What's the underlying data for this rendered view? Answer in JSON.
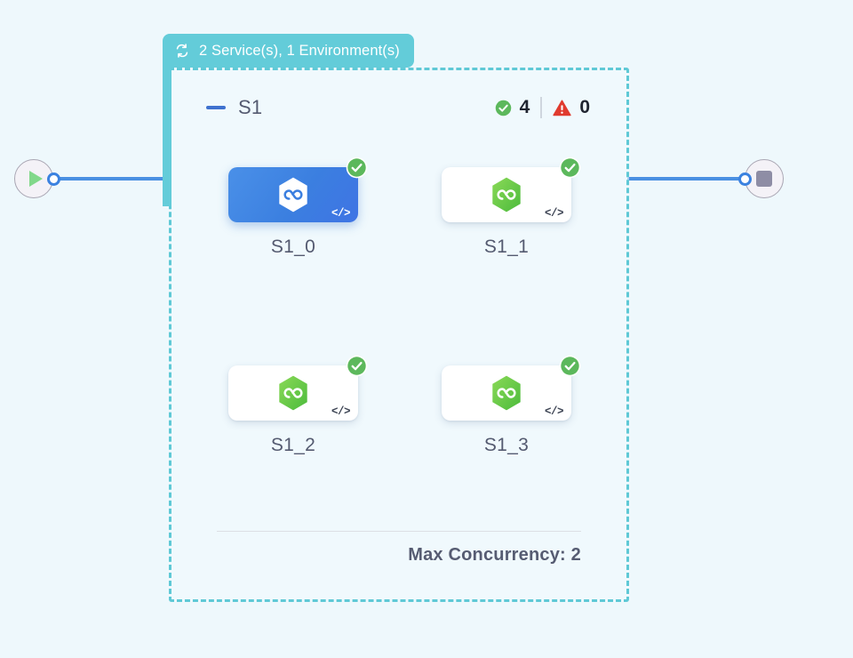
{
  "canvas": {
    "background_color": "#eef8fc"
  },
  "start_node": {
    "name": "start-node",
    "icon": "play-icon",
    "icon_color": "#81d88a"
  },
  "end_node": {
    "name": "end-node",
    "icon": "stop-icon",
    "icon_color": "#8e8da5"
  },
  "group": {
    "header_label": "2 Service(s), 1 Environment(s)",
    "header_icon": "loop-icon",
    "header_color": "#63ccd9",
    "border_color": "#5fc9d6",
    "name": "S1",
    "collapse_toggle": "minus-icon",
    "status": {
      "success_icon": "check-circle-icon",
      "success_count": "4",
      "success_color": "#5cb85c",
      "error_icon": "warning-triangle-icon",
      "error_count": "0",
      "error_color": "#e03b2f"
    },
    "footer": {
      "max_concurrency_label": "Max Concurrency: 2"
    }
  },
  "nodes": [
    {
      "label": "S1_0",
      "selected": true,
      "icon": "hexagon-infinity-icon",
      "icon_color": "#ffffff",
      "card_color": "#3b7fe0",
      "code_badge": "</>",
      "status": "success"
    },
    {
      "label": "S1_1",
      "selected": false,
      "icon": "hexagon-infinity-icon",
      "icon_color": "#64c948",
      "card_color": "#ffffff",
      "code_badge": "</>",
      "status": "success"
    },
    {
      "label": "S1_2",
      "selected": false,
      "icon": "hexagon-infinity-icon",
      "icon_color": "#64c948",
      "card_color": "#ffffff",
      "code_badge": "</>",
      "status": "success"
    },
    {
      "label": "S1_3",
      "selected": false,
      "icon": "hexagon-infinity-icon",
      "icon_color": "#64c948",
      "card_color": "#ffffff",
      "code_badge": "</>",
      "status": "success"
    }
  ]
}
